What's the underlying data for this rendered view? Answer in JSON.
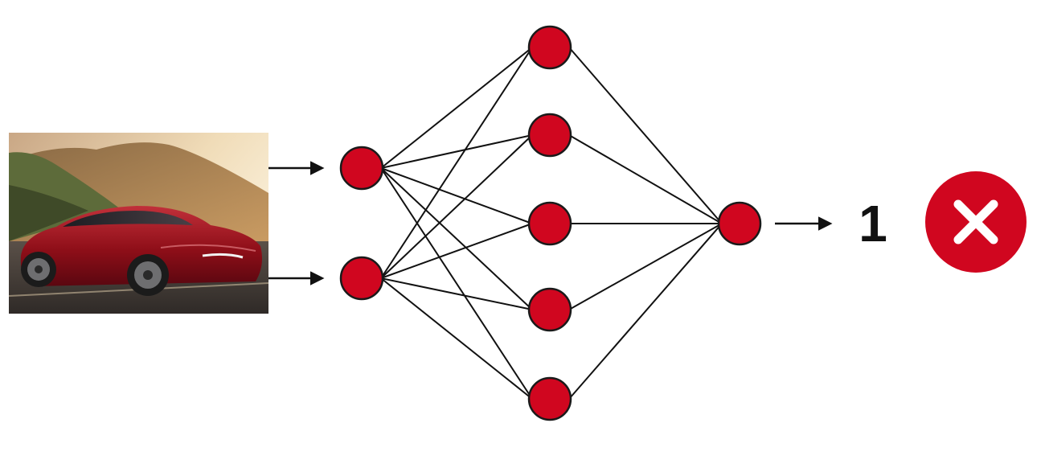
{
  "diagram": {
    "input_image": {
      "icon": "red-sports-car-photo"
    },
    "layers": [
      {
        "name": "input",
        "node_count": 2
      },
      {
        "name": "hidden",
        "node_count": 5
      },
      {
        "name": "output",
        "node_count": 1
      }
    ],
    "connectivity": "fully-connected",
    "output": {
      "value": "1",
      "result_icon": "cross-icon"
    },
    "colors": {
      "node_fill": "#d0061f",
      "node_stroke": "#1a1a1a",
      "edge": "#111111",
      "result_badge": "#d0061f",
      "result_mark": "#ffffff"
    }
  }
}
